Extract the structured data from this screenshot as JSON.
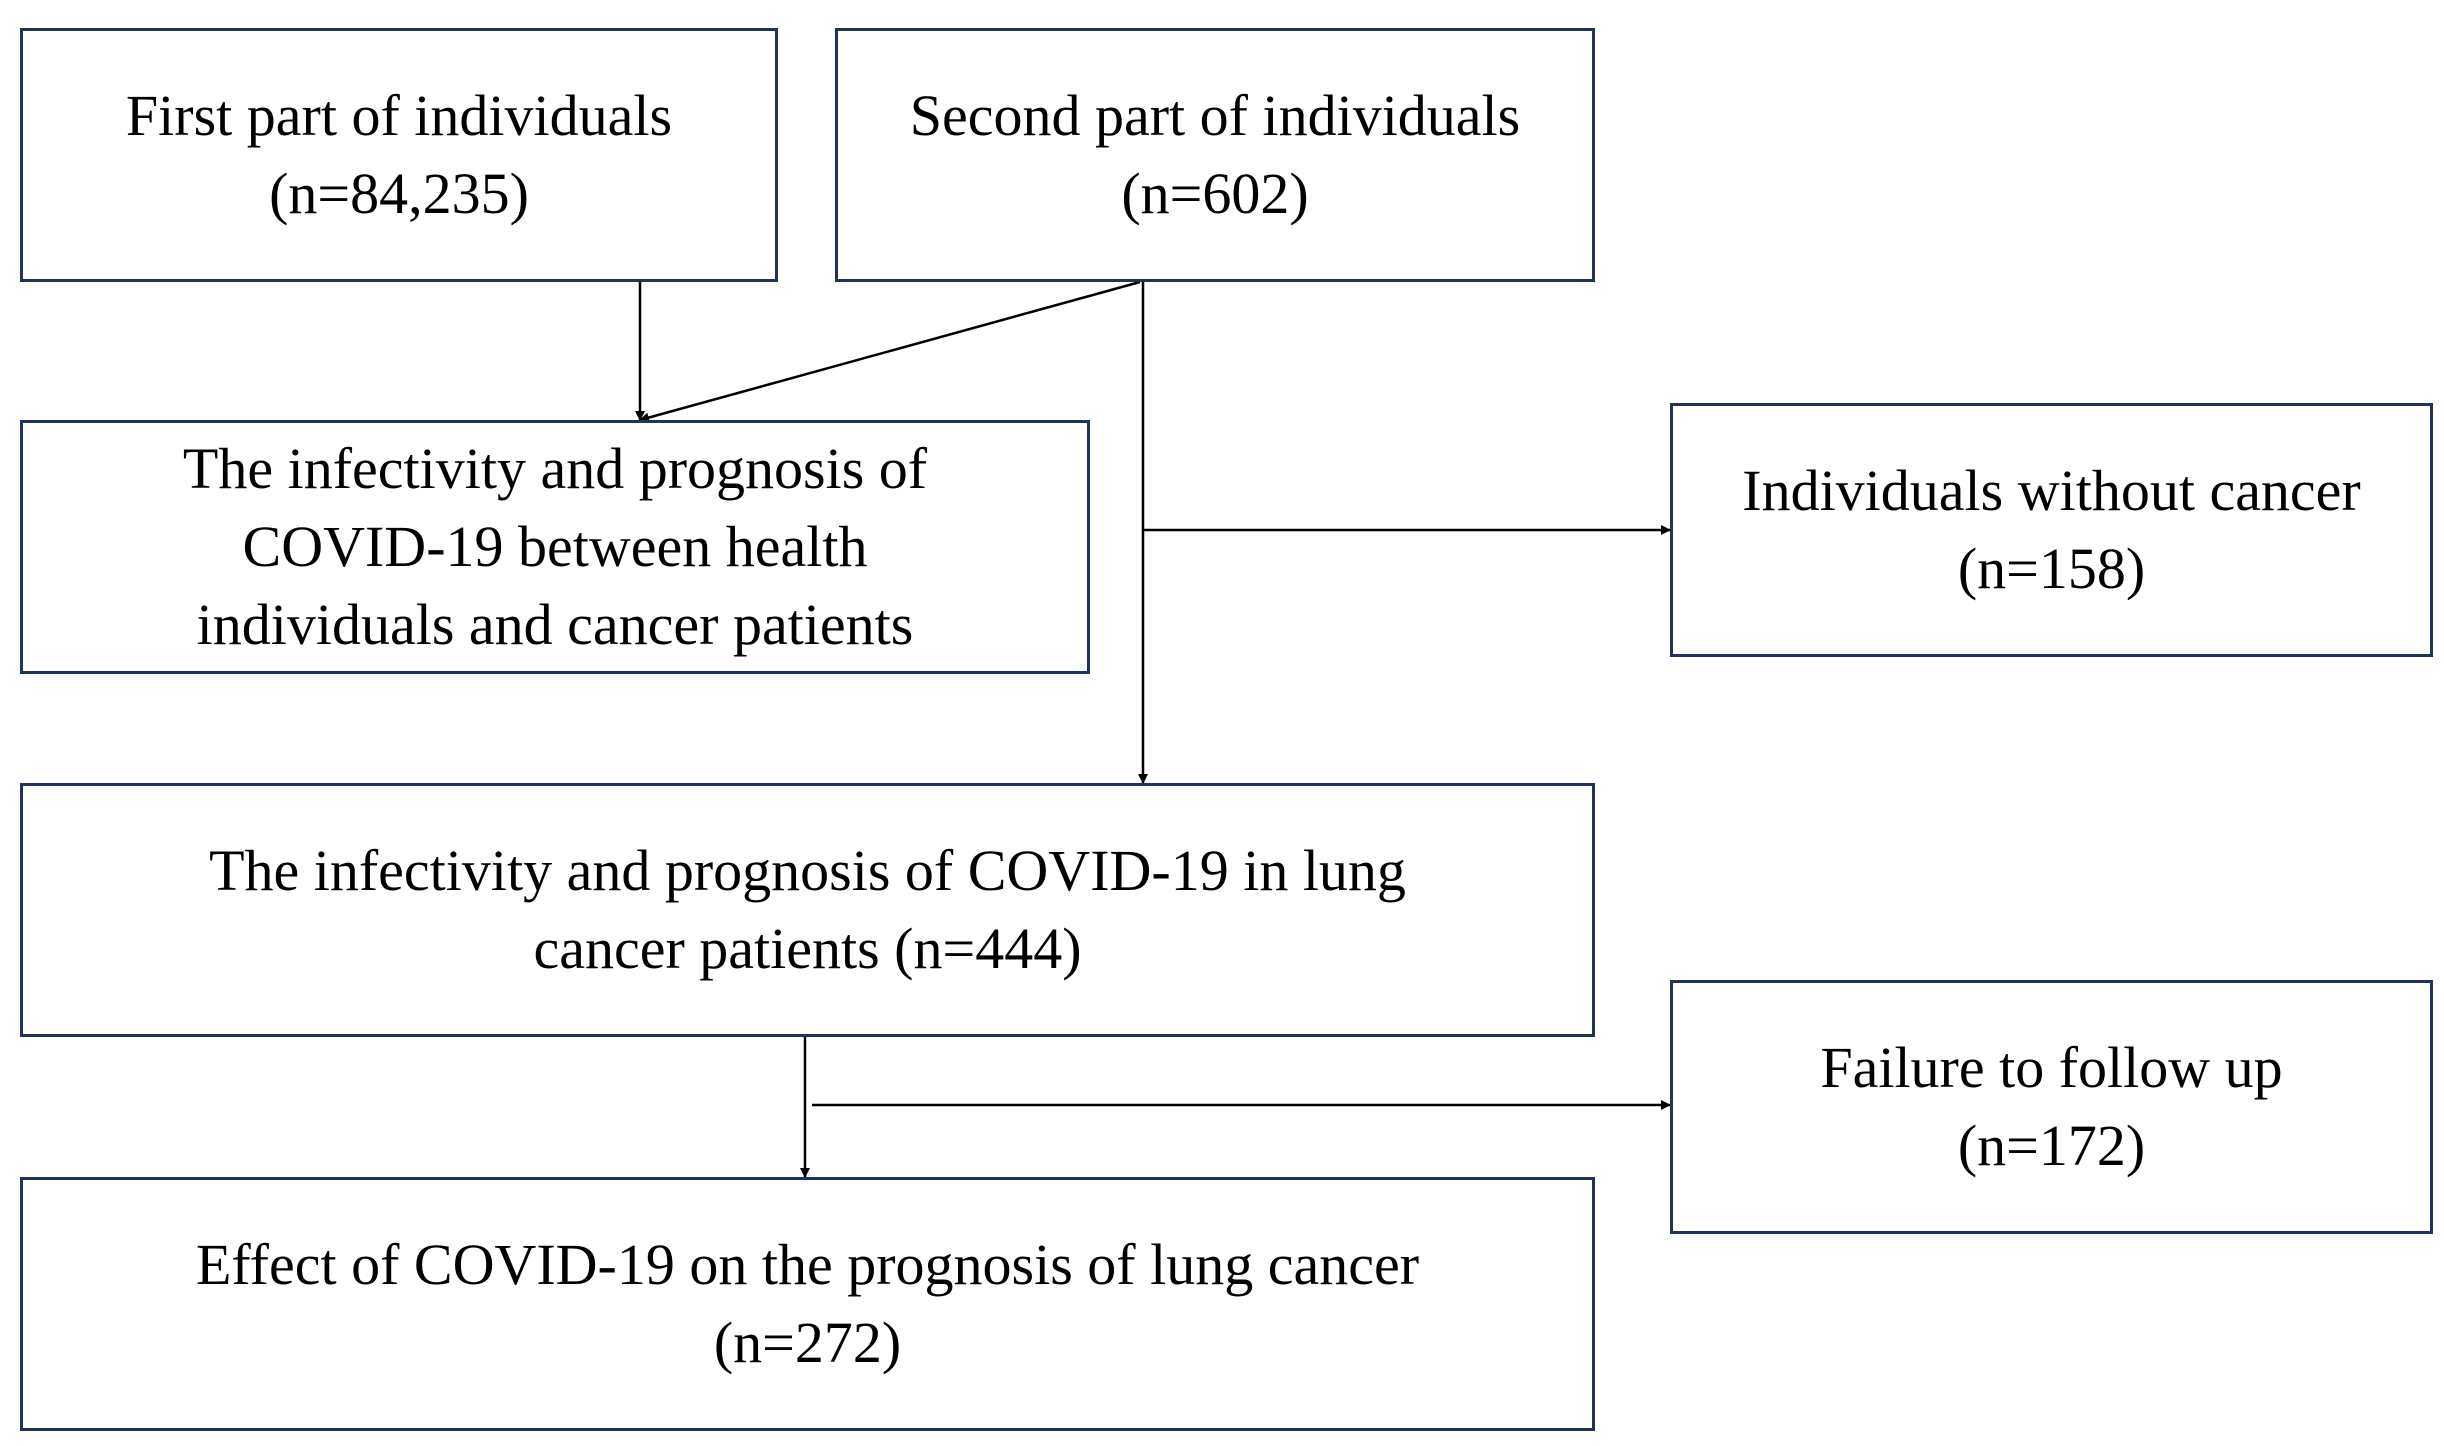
{
  "boxes": {
    "first_part": {
      "line1": "First part of individuals",
      "line2": "(n=84,235)"
    },
    "second_part": {
      "line1": "Second part of individuals",
      "line2": "(n=602)"
    },
    "health_vs_cancer": {
      "line1": "The infectivity and prognosis of",
      "line2": "COVID-19 between health",
      "line3": "individuals and cancer patients"
    },
    "without_cancer": {
      "line1": "Individuals without cancer",
      "line2": "(n=158)"
    },
    "lung_cancer": {
      "line1": "The infectivity and prognosis of COVID-19 in lung",
      "line2": "cancer patients (n=444)"
    },
    "failure_follow_up": {
      "line1": "Failure to follow up",
      "line2": "(n=172)"
    },
    "effect_on_prognosis": {
      "line1": "Effect of COVID-19 on the prognosis of lung cancer",
      "line2": "(n=272)"
    }
  },
  "colors": {
    "box_border": "#1f3456",
    "connector": "#000000",
    "text": "#000000"
  }
}
